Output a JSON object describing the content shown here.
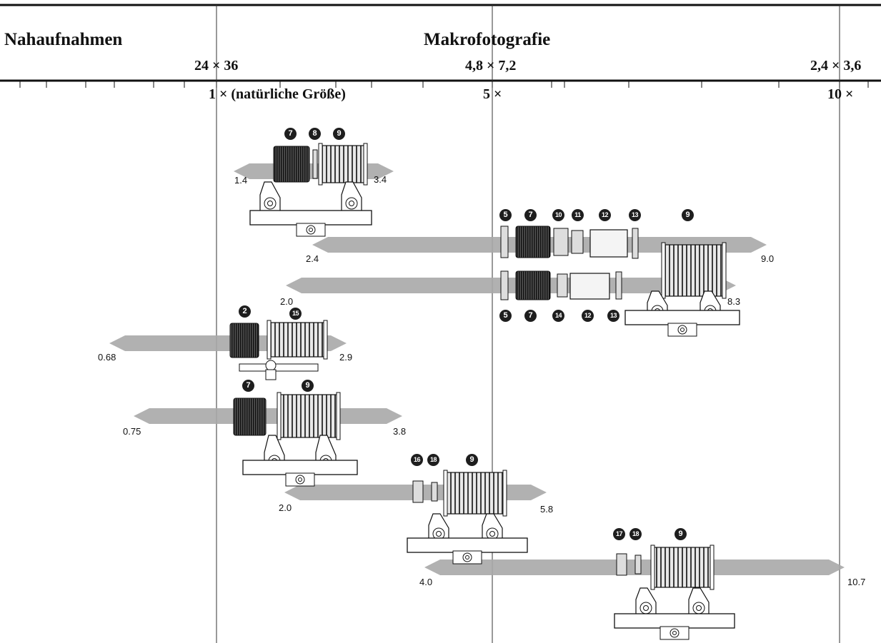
{
  "header": {
    "left_title": "Nahaufnahmen",
    "center_title": "Makrofotografie",
    "format_1": "24 × 36",
    "format_2": "4,8 × 7,2",
    "format_3": "2,4 × 3,6",
    "mag_1": "1 × (natürliche Größe)",
    "mag_2": "5 ×",
    "mag_3": "10 ×"
  },
  "colors": {
    "bar": "#a8a8a8",
    "line": "#1a1a1a",
    "badge": "#1e1e1e"
  },
  "setups": [
    {
      "id": "setup-a",
      "min": "1.4",
      "max": "3.4",
      "parts": [
        "7",
        "8",
        "9"
      ]
    },
    {
      "id": "setup-b",
      "min": "2.4",
      "max": "9.0",
      "parts": [
        "5",
        "7",
        "10",
        "11",
        "12",
        "13",
        "9"
      ]
    },
    {
      "id": "setup-c",
      "min": "2.0",
      "max": "8.3",
      "parts": [
        "5",
        "7",
        "14",
        "12",
        "13"
      ]
    },
    {
      "id": "setup-d",
      "min": "0.68",
      "max": "2.9",
      "parts": [
        "2",
        "15"
      ]
    },
    {
      "id": "setup-e",
      "min": "0.75",
      "max": "3.8",
      "parts": [
        "7",
        "9"
      ]
    },
    {
      "id": "setup-f",
      "min": "2.0",
      "max": "5.8",
      "parts": [
        "16",
        "18",
        "9"
      ]
    },
    {
      "id": "setup-g",
      "min": "4.0",
      "max": "10.7",
      "parts": [
        "17",
        "18",
        "9"
      ]
    }
  ]
}
